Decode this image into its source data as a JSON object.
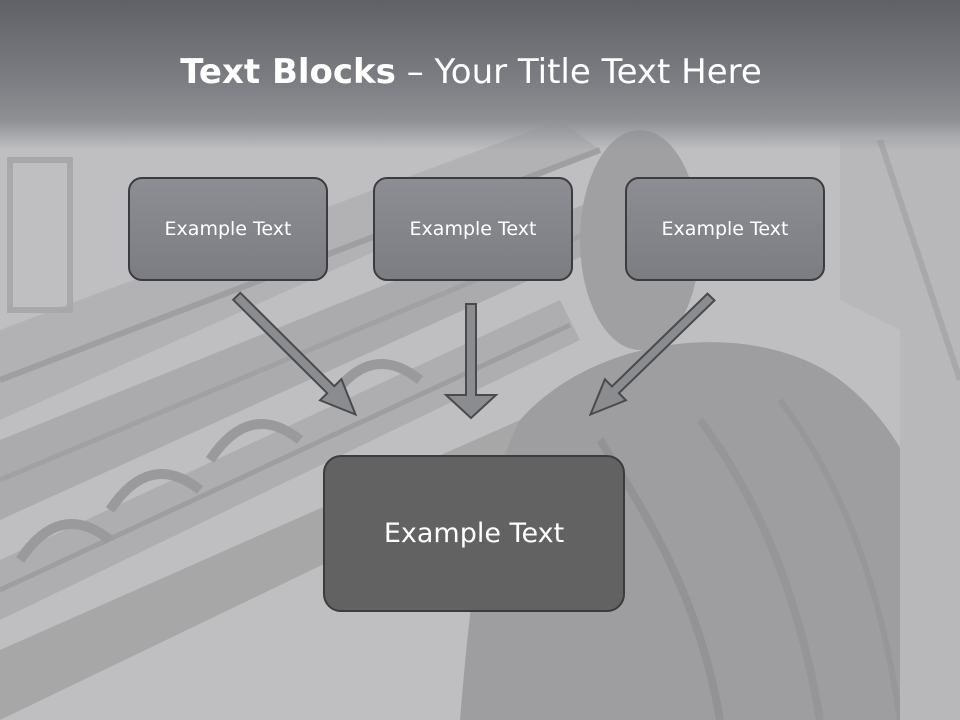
{
  "slide": {
    "title_bold": "Text Blocks",
    "title_dash": " – ",
    "title_rest": "Your Title Text Here"
  },
  "diagram": {
    "top_boxes": [
      "Example Text",
      "Example Text",
      "Example Text"
    ],
    "bottom_box": "Example Text"
  },
  "colors": {
    "header": "#6b6d72",
    "small_box": "#84868b",
    "big_box": "#626262",
    "arrow_fill": "#8a8c90",
    "arrow_stroke": "#4a4a4c"
  }
}
